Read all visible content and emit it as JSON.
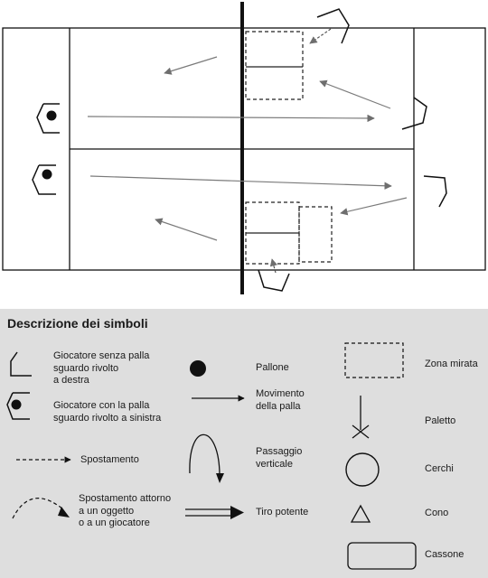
{
  "legend": {
    "title": "Descrizione dei simboli",
    "labels": {
      "player_no_ball": "Giocatore senza palla\nsguardo rivolto\na destra",
      "player_with_ball": "Giocatore con la palla\nsguardo rivolto a sinistra",
      "movement": "Spostamento",
      "movement_around": "Spostamento attorno\na un oggetto\no a un giocatore",
      "ball": "Pallone",
      "ball_movement": "Movimento\ndella palla",
      "vertical_pass": "Passaggio\nverticale",
      "power_shot": "Tiro potente",
      "target_zone": "Zona mirata",
      "pole": "Paletto",
      "circles": "Cerchi",
      "cone": "Cono",
      "box": "Cassone"
    }
  },
  "colors": {
    "line": "#111111",
    "arrow": "#7a7a7a",
    "legend_bg": "#dedede"
  }
}
